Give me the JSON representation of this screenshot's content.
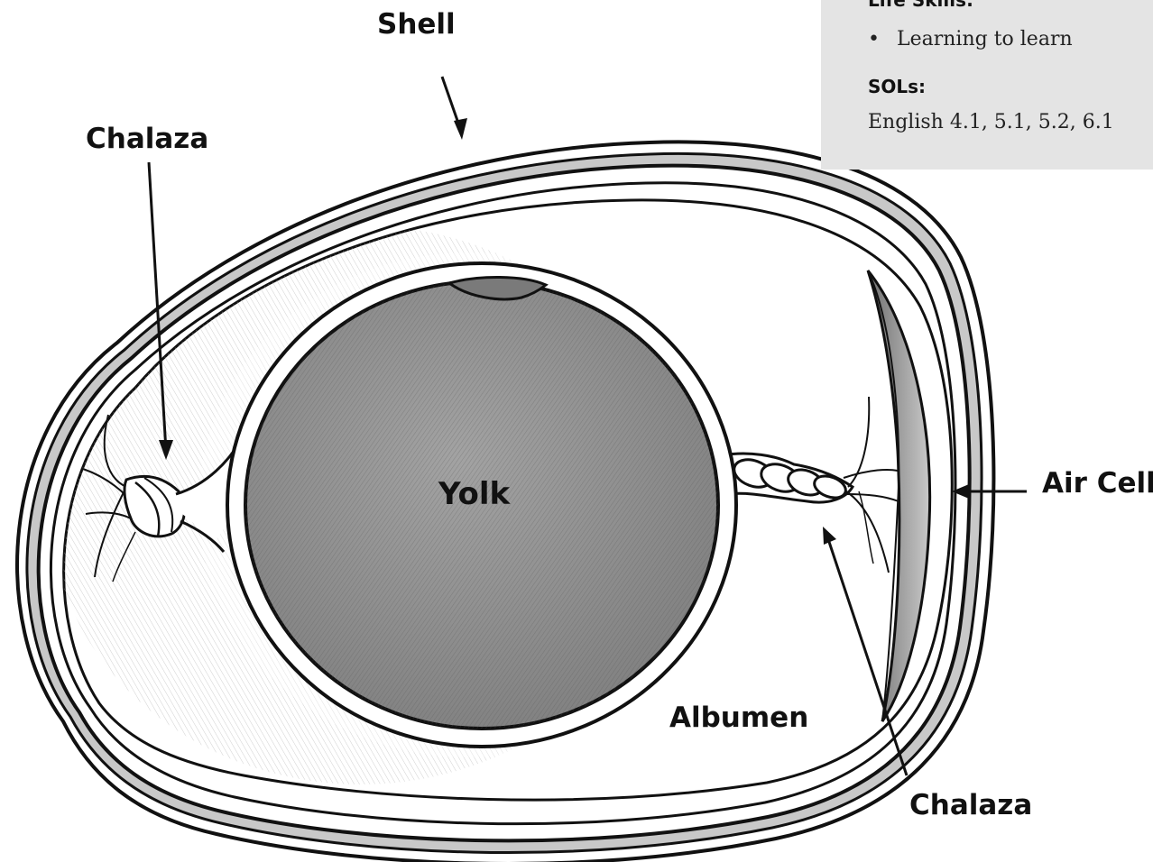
{
  "labels": {
    "shell": "Shell",
    "chalaza_left": "Chalaza",
    "chalaza_right": "Chalaza",
    "yolk": "Yolk",
    "albumen": "Albumen",
    "air_cell": "Air Cell"
  },
  "info_box": {
    "life_skills_heading": "Life Skills:",
    "life_skills_bullet": "•",
    "life_skills_item": "Learning to learn",
    "sols_heading": "SOLs:",
    "sols_text": "English 4.1, 5.1, 5.2, 6.1"
  },
  "colors": {
    "outline": "#111111",
    "shell_band": "#c8c8c8",
    "yolk_fill": "#8e8e8e",
    "air_cell_fill": "#9a9a9a",
    "info_box_bg": "#e4e4e4"
  }
}
